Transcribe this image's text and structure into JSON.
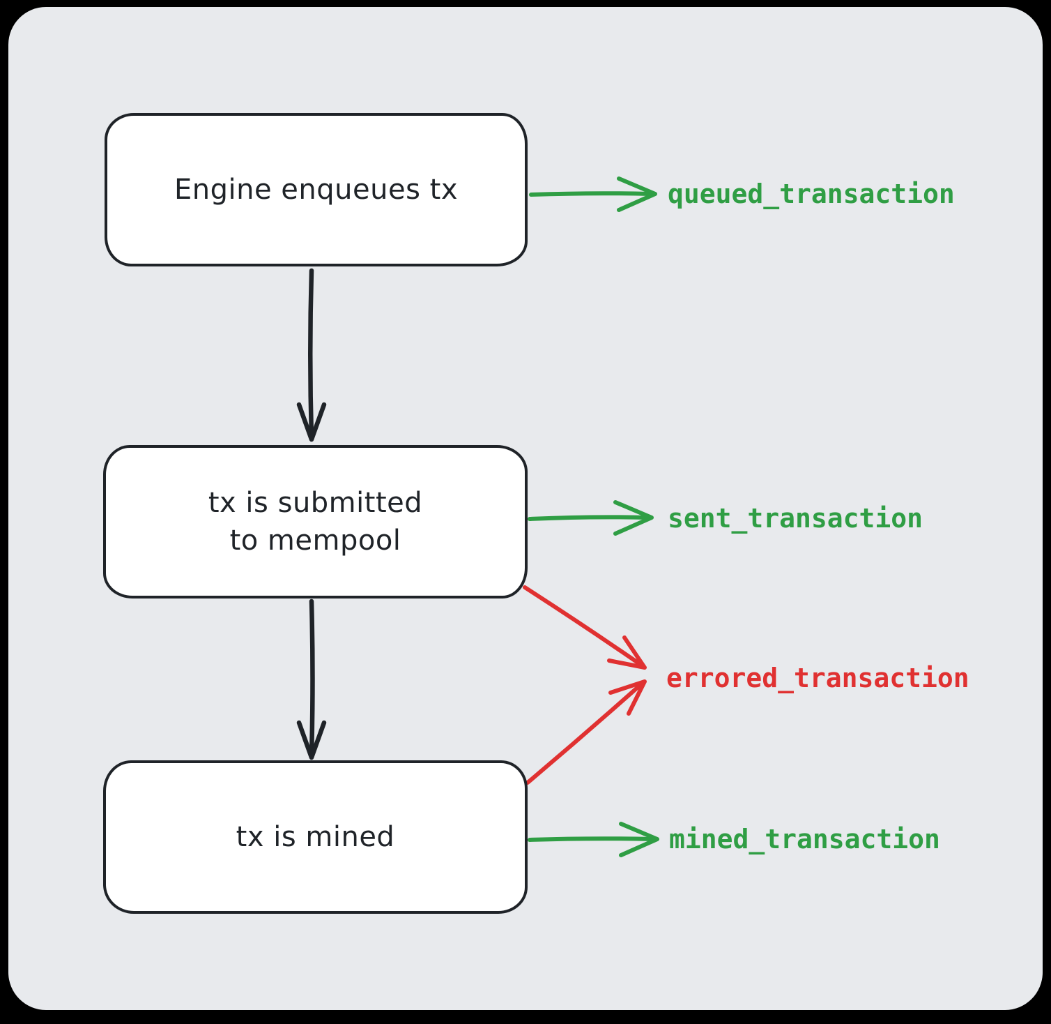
{
  "canvas": {
    "background_color": "#e8eaed",
    "outside_color": "#000000"
  },
  "nodes": [
    {
      "id": "engine",
      "label": "Engine enqueues tx"
    },
    {
      "id": "mempool",
      "lines": [
        "tx is submitted",
        "to mempool"
      ]
    },
    {
      "id": "mined",
      "label": "tx is mined"
    }
  ],
  "events": {
    "queued": {
      "label": "queued_transaction",
      "color": "#2f9e44"
    },
    "sent": {
      "label": "sent_transaction",
      "color": "#2f9e44"
    },
    "errored": {
      "label": "errored_transaction",
      "color": "#e03131"
    },
    "mined": {
      "label": "mined_transaction",
      "color": "#2f9e44"
    }
  },
  "colors": {
    "success_green": "#2f9e44",
    "error_red": "#e03131",
    "node_stroke": "#1f2328",
    "node_fill": "#ffffff"
  }
}
